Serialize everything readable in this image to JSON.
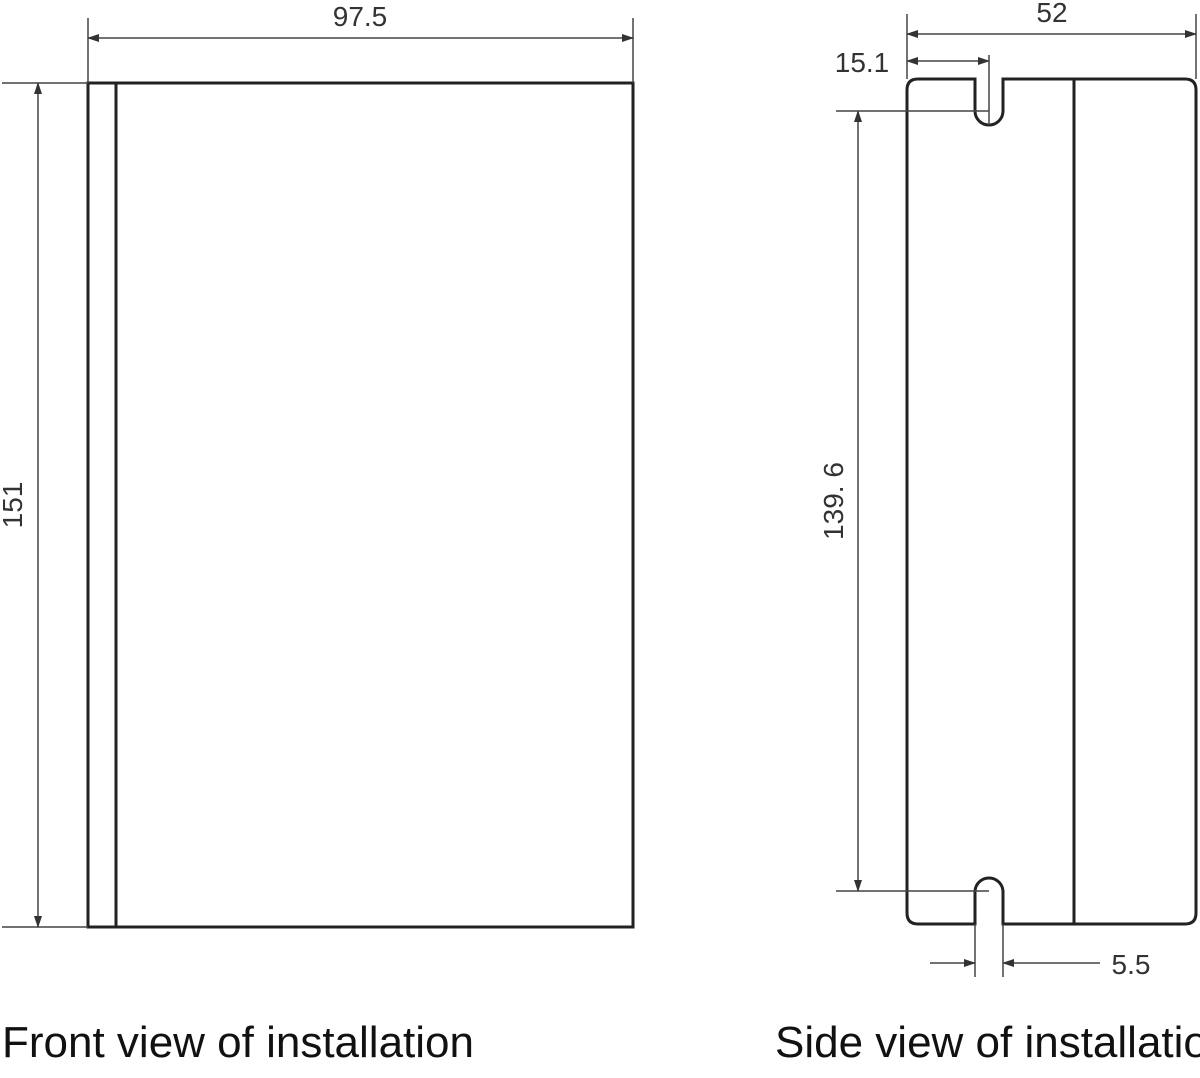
{
  "front_view": {
    "width_label": "97.5",
    "height_label": "151",
    "caption": "Front view of installation"
  },
  "side_view": {
    "width_label": "52",
    "slot_offset_label": "15.1",
    "hole_spacing_label": "139. 6",
    "slot_width_label": "5.5",
    "caption": "Side view of installation"
  }
}
